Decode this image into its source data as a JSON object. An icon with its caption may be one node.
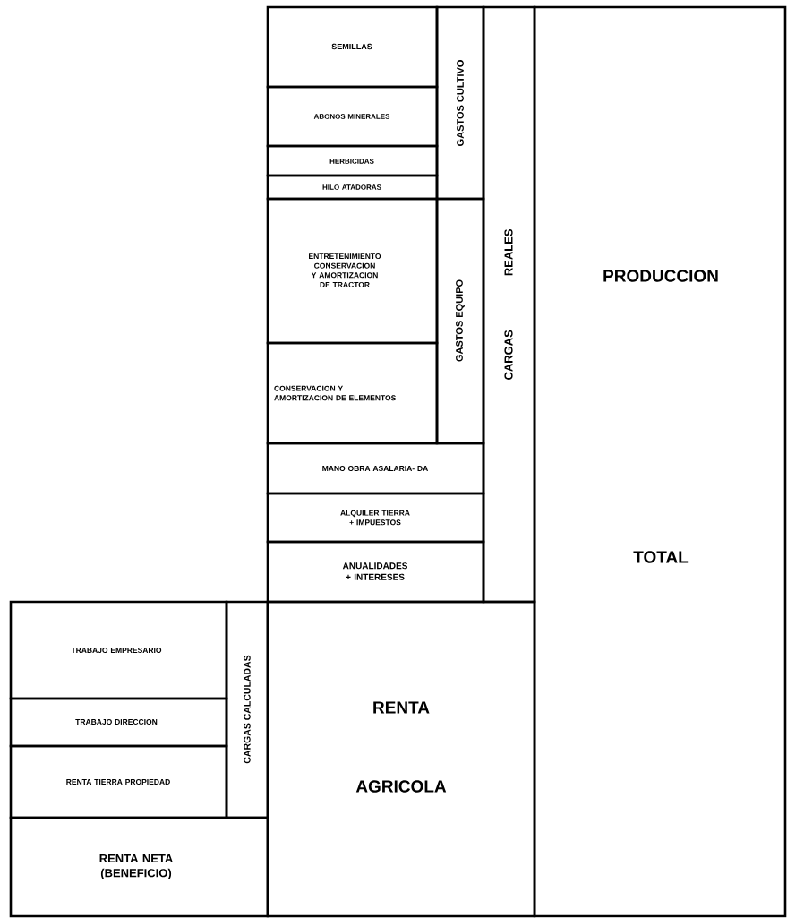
{
  "diagram": {
    "nodes": [
      {
        "text": [
          "PRODUCCION",
          "TOTAL"
        ]
      },
      {
        "text": [
          "CARGAS REALES"
        ]
      },
      {
        "text": [
          "GASTOS CULTIVO"
        ]
      },
      {
        "text": [
          "SEMILLAS"
        ]
      },
      {
        "text": [
          "ABONOS MINERALES"
        ]
      },
      {
        "text": [
          "HERBICIDAS"
        ]
      },
      {
        "text": [
          "HILO ATADORAS"
        ]
      },
      {
        "text": [
          "GASTOS EQUIPO"
        ]
      },
      {
        "text": [
          "ENTRETENIMIENTO CONSERVACION Y AMORTIZACION DE TRACTOR"
        ]
      },
      {
        "text": [
          "CONSERVACION Y AMORTIZACION DE ELEMENTOS"
        ]
      },
      {
        "text": [
          "MANO OBRA ASALARIA- DA"
        ]
      },
      {
        "text": [
          "ALQUILER TIERRA + IMPUESTOS"
        ]
      },
      {
        "text": [
          "ANUALIDADES + INTERESES"
        ]
      },
      {
        "text": [
          "RENTA",
          "AGRICOLA"
        ]
      },
      {
        "text": [
          "CARGAS CALCULADAS"
        ]
      },
      {
        "text": [
          "TRABAJO EMPRESARIO"
        ]
      },
      {
        "text": [
          "TRABAJO DIRECCION"
        ]
      },
      {
        "text": [
          "RENTA TIERRA PROPIEDAD"
        ]
      },
      {
        "text": [
          "RENTA NETA (BENEFICIO)"
        ]
      }
    ]
  }
}
